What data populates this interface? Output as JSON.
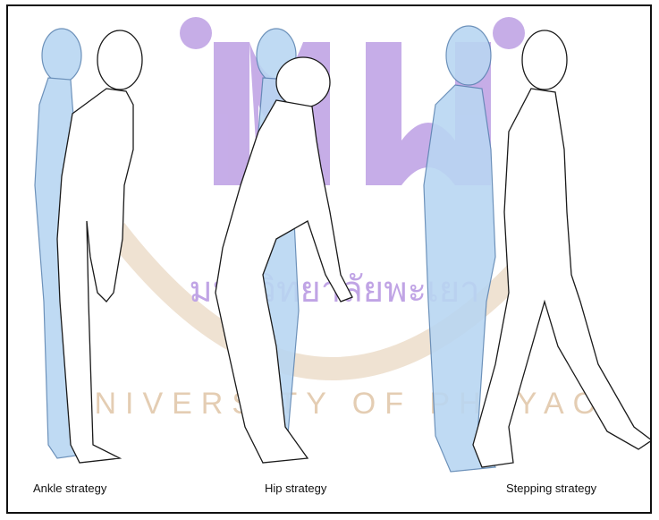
{
  "figure": {
    "captions": {
      "ankle": "Ankle strategy",
      "hip": "Hip strategy",
      "stepping": "Stepping strategy"
    },
    "watermark": {
      "logo_text": "มพ",
      "arc_text_thai": "มหาวิทยาลัยพะเยา",
      "arc_text_en": "UNIVERSITY OF PHAYAO"
    }
  },
  "colors": {
    "ghost_fill": "#b9d6f2",
    "ghost_stroke": "#5d86b3",
    "figure_fill": "#ffffff",
    "figure_stroke": "#1a1a1a",
    "watermark_purple": "#8e5ad0",
    "watermark_gold": "#cfa676"
  }
}
